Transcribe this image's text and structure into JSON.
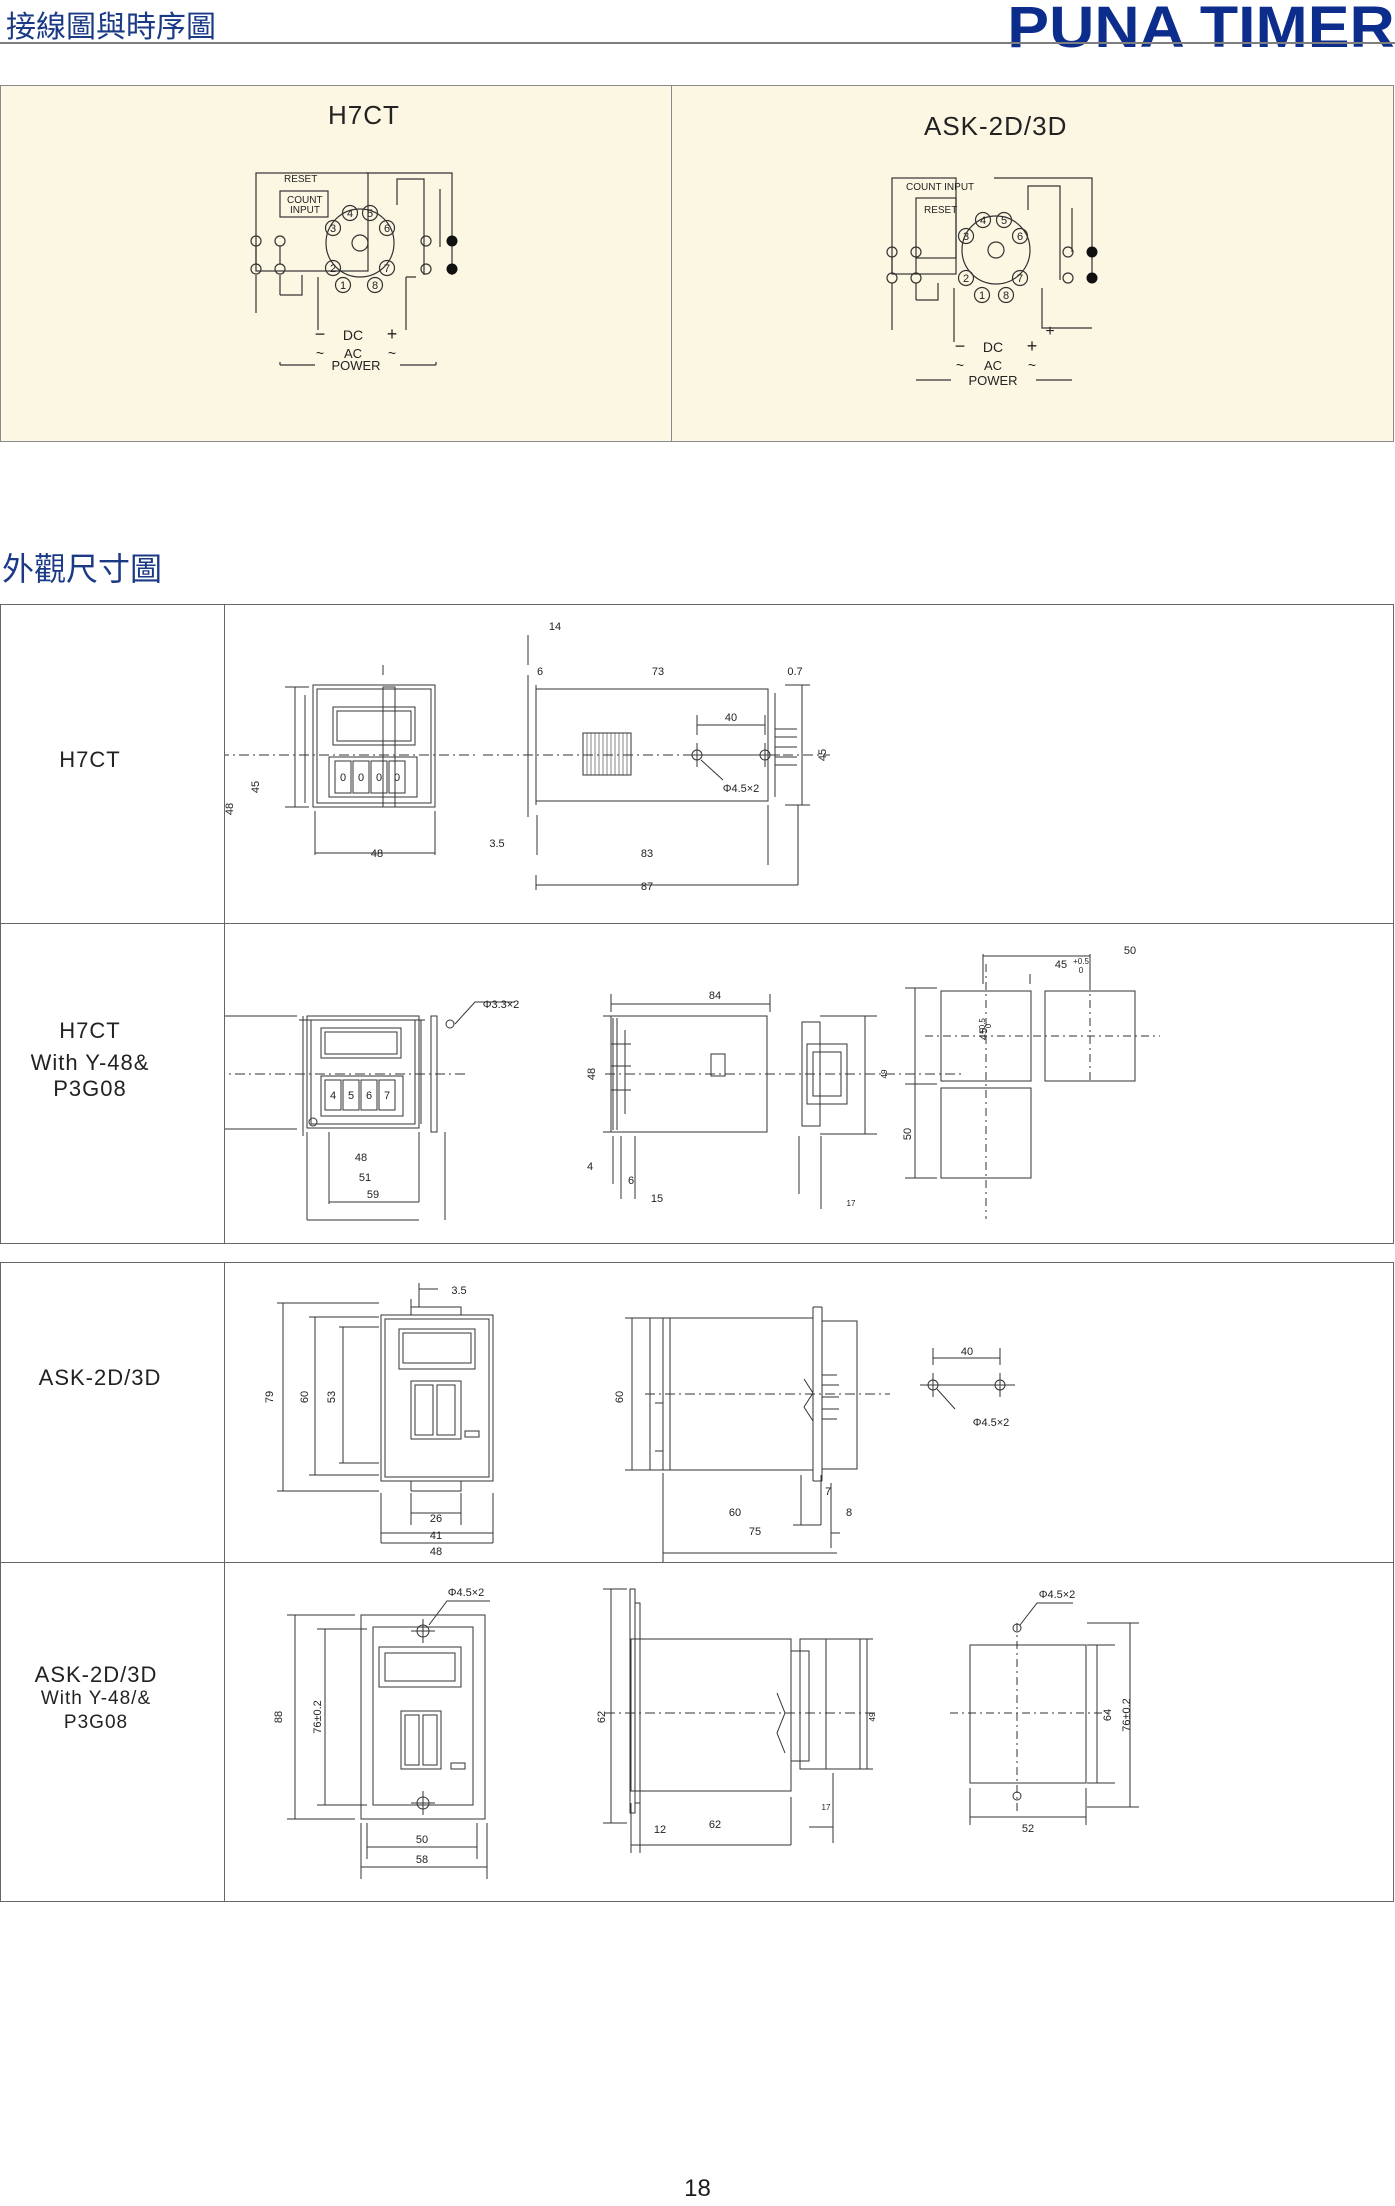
{
  "header": {
    "title": "接線圖與時序圖",
    "brand": "PUNA TIMER"
  },
  "wiring": {
    "left": {
      "title": "H7CT",
      "reset": "RESET",
      "count_input_1": "COUNT",
      "count_input_2": "INPUT",
      "pins": [
        "4",
        "5",
        "3",
        "6",
        "2",
        "7",
        "1",
        "8"
      ],
      "dc": "DC",
      "ac": "AC",
      "power": "POWER",
      "minus": "−",
      "plus": "+",
      "tilde": "~"
    },
    "right": {
      "title": "ASK-2D/3D",
      "count_input": "COUNT INPUT",
      "reset": "RESET",
      "pins": [
        "4",
        "5",
        "3",
        "6",
        "2",
        "7",
        "1",
        "8"
      ],
      "dc": "DC",
      "ac": "AC",
      "power": "POWER",
      "minus": "−",
      "plus": "+",
      "tilde": "~"
    }
  },
  "dimensions": {
    "title": "外觀尺寸圖",
    "rows": [
      {
        "label_lines": [
          "H7CT"
        ],
        "front": {
          "h1": "48",
          "h2": "45",
          "w": "48",
          "digits": [
            "0",
            "0",
            "0",
            "0"
          ]
        },
        "side": {
          "d14": "14",
          "d6": "6",
          "d73": "73",
          "d07": "0.7",
          "d45": "45",
          "d35": "3.5",
          "d83": "83",
          "d87": "87"
        },
        "panel": {
          "d40": "40",
          "hole": "Φ4.5×2"
        }
      },
      {
        "label_lines": [
          "H7CT",
          "With Y-48&",
          "P3G08"
        ],
        "front": {
          "hole": "Φ3.3×2",
          "h": "48",
          "w1": "48",
          "w2": "51",
          "w3": "59",
          "digits": [
            "4",
            "5",
            "6",
            "7"
          ]
        },
        "side": {
          "d84": "84",
          "d48": "48",
          "d4": "4",
          "d6": "6",
          "d15": "15",
          "d49": "49",
          "d17": "17"
        },
        "panel": {
          "d50a": "50",
          "d45a": "45",
          "tol_a": "+0.5",
          "tol_b": "0",
          "d45b": "45",
          "tol_c": "+0.5",
          "tol_d": "0",
          "d50b": "50"
        }
      },
      {
        "label_lines": [
          "ASK-2D/3D"
        ],
        "front": {
          "d35": "3.5",
          "h79": "79",
          "h60": "60",
          "h53": "53",
          "w26": "26",
          "w41": "41",
          "w48": "48"
        },
        "side": {
          "d60": "60",
          "d7": "7",
          "d60w": "60",
          "d8": "8",
          "d75": "75"
        },
        "panel": {
          "d40": "40",
          "hole": "Φ4.5×2"
        }
      },
      {
        "label_lines": [
          "ASK-2D/3D",
          "With  Y-48/&",
          "P3G08"
        ],
        "front": {
          "hole": "Φ4.5×2",
          "h88": "88",
          "h76": "76±0.2",
          "w50": "50",
          "w58": "58"
        },
        "side": {
          "d62": "62",
          "d49": "49",
          "d12": "12",
          "d62w": "62",
          "d17": "17"
        },
        "panel": {
          "hole": "Φ4.5×2",
          "d64": "64",
          "d76": "76±0.2",
          "d52": "52"
        }
      }
    ]
  },
  "page_number": "18"
}
